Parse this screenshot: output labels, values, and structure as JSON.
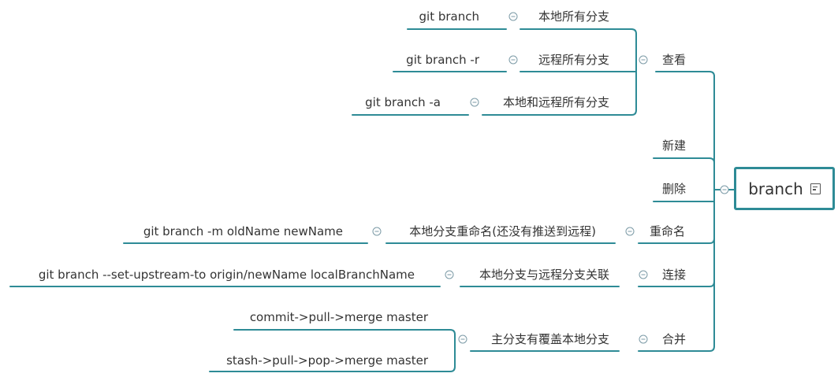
{
  "root": {
    "label": "branch",
    "icon": "note-icon"
  },
  "colors": {
    "line": "#2e8b96",
    "toggle": "#7b9aa6"
  },
  "branches": {
    "view": {
      "label": "查看",
      "children": [
        {
          "label": "本地所有分支",
          "command": "git branch"
        },
        {
          "label": "远程所有分支",
          "command": "git branch -r"
        },
        {
          "label": "本地和远程所有分支",
          "command": "git branch -a"
        }
      ]
    },
    "create": {
      "label": "新建"
    },
    "delete": {
      "label": "删除"
    },
    "rename": {
      "label": "重命名",
      "child": {
        "label": "本地分支重命名(还没有推送到远程)",
        "command": "git branch -m oldName newName"
      }
    },
    "link": {
      "label": "连接",
      "child": {
        "label": "本地分支与远程分支关联",
        "command": "git branch --set-upstream-to origin/newName localBranchName"
      }
    },
    "merge": {
      "label": "合并",
      "child": {
        "label": "主分支有覆盖本地分支",
        "commands": [
          "commit->pull->merge master",
          "stash->pull->pop->merge master"
        ]
      }
    }
  }
}
